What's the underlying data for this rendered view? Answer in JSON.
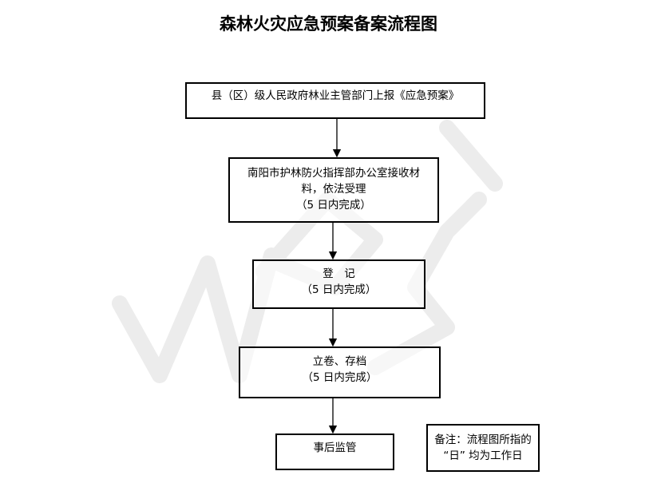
{
  "title": "森林火灾应急预案备案流程图",
  "steps": [
    {
      "lines": [
        "县（区）级人民政府林业主管部门上报《应急预案》"
      ]
    },
    {
      "lines": [
        "南阳市护林防火指挥部办公室接收材",
        "料，依法受理",
        "（5 日内完成）"
      ]
    },
    {
      "lines": [
        "登　记",
        "（5 日内完成）"
      ]
    },
    {
      "lines": [
        "立卷、存档",
        "（5 日内完成）"
      ]
    },
    {
      "lines": [
        "事后监管"
      ]
    }
  ],
  "note": {
    "lines": [
      "备注：流程图所指的",
      "“日” 均为工作日"
    ]
  },
  "colors": {
    "line": "#000000",
    "watermark": "#e6e6e6"
  }
}
